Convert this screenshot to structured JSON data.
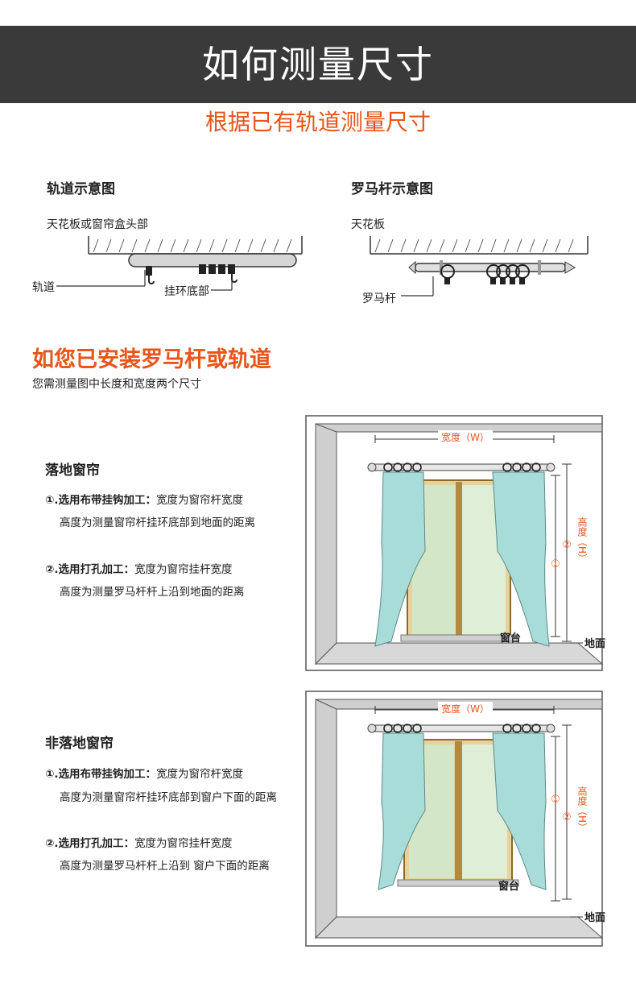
{
  "header": {
    "title": "如何测量尺寸",
    "subtitle": "根据已有轨道测量尺寸"
  },
  "track_diagram": {
    "title": "轨道示意图",
    "ceiling_label": "天花板或窗帘盒头部",
    "track_label": "轨道",
    "ring_label": "挂环底部"
  },
  "rod_diagram": {
    "title": "罗马杆示意图",
    "ceiling_label": "天花板",
    "rod_label": "罗马杆"
  },
  "installed": {
    "heading": "如您已安装罗马杆或轨道",
    "note": "您需测量图中长度和宽度两个尺寸"
  },
  "floor_curtain": {
    "title": "落地窗帘",
    "options": [
      {
        "lead": "①.选用布带挂钩加工：",
        "line1": "宽度为窗帘杆宽度",
        "line2": "高度为测量窗帘杆挂环底部到地面的距离"
      },
      {
        "lead": "②.选用打孔加工：",
        "line1": "宽度为窗帘挂杆宽度",
        "line2": "高度为测量罗马杆杆上沿到地面的距离"
      }
    ],
    "figure": {
      "width_label": "宽度（W）",
      "height_label": "高度（H）",
      "circle1": "①",
      "circle2": "②",
      "sill_label": "窗台",
      "floor_label": "地面"
    }
  },
  "non_floor_curtain": {
    "title": "非落地窗帘",
    "options": [
      {
        "lead": "①.选用布带挂钩加工：",
        "line1": "宽度为窗帘杆宽度",
        "line2": "高度为测量窗帘杆挂环底部到窗户下面的距离"
      },
      {
        "lead": "②.选用打孔加工：",
        "line1": "宽度为窗帘挂杆宽度",
        "line2": "高度为测量罗马杆杆上沿到 窗户下面的距离"
      }
    ],
    "figure": {
      "width_label": "宽度（W）",
      "height_label": "高度（H）",
      "circle1": "①",
      "circle2": "②",
      "sill_label": "窗台",
      "floor_label": "地面"
    }
  },
  "colors": {
    "banner": "#3a3a3a",
    "accent": "#e8541a",
    "curtain": "#a8dcd8",
    "rod": "#d9d9d9"
  }
}
